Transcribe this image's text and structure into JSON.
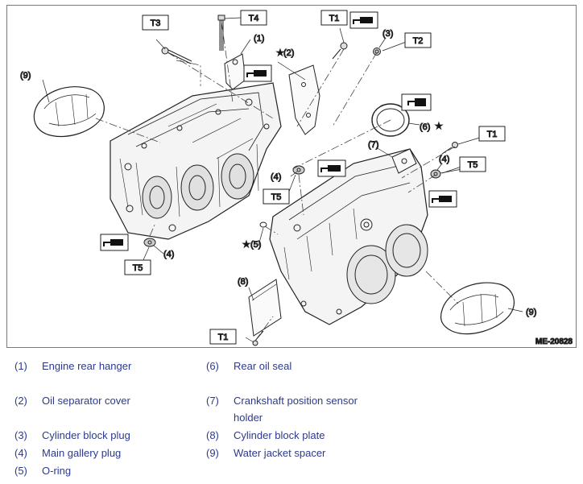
{
  "figure": {
    "id": "ME-20828",
    "callouts": {
      "c1": "(1)",
      "c2": "(2)",
      "c3": "(3)",
      "c4a": "(4)",
      "c4b": "(4)",
      "c4c": "(4)",
      "c5": "(5)",
      "c6": "(6)",
      "c7": "(7)",
      "c8": "(8)",
      "c9a": "(9)",
      "c9b": "(9)"
    },
    "star": "★",
    "torque_tags": {
      "t3": "T3",
      "t4": "T4",
      "t1_top": "T1",
      "t2": "T2",
      "t1_right": "T1",
      "t5_right": "T5",
      "t5_mid": "T5",
      "t5_left": "T5",
      "t1_bottom": "T1"
    }
  },
  "legend": [
    {
      "num": "(1)",
      "label": "Engine rear hanger"
    },
    {
      "num": "(6)",
      "label": "Rear oil seal"
    },
    {
      "num": "(2)",
      "label": "Oil separator cover"
    },
    {
      "num": "(7)",
      "label": "Crankshaft position sensor holder"
    },
    {
      "num": "(3)",
      "label": "Cylinder block plug"
    },
    {
      "num": "(8)",
      "label": "Cylinder block plate"
    },
    {
      "num": "(4)",
      "label": "Main gallery plug"
    },
    {
      "num": "(9)",
      "label": "Water jacket spacer"
    },
    {
      "num": "(5)",
      "label": "O-ring"
    }
  ]
}
